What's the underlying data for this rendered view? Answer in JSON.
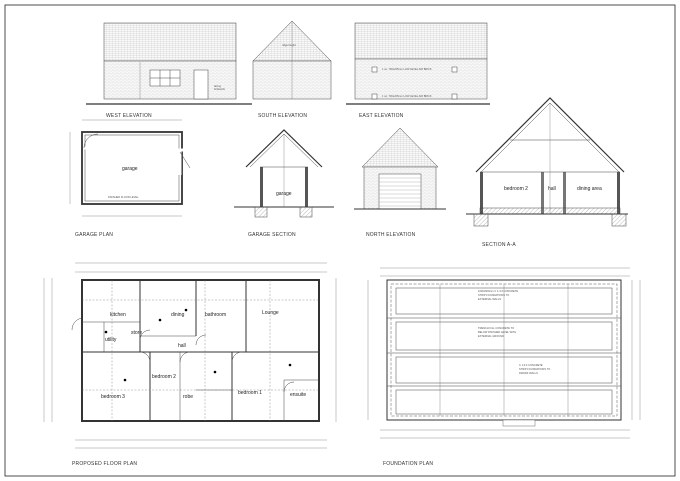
{
  "drawings": {
    "west_elevation": {
      "title": "WEST ELEVATION"
    },
    "south_elevation": {
      "title": "SOUTH ELEVATION"
    },
    "east_elevation": {
      "title": "EAST ELEVATION"
    },
    "garage_plan": {
      "title": "GARAGE PLAN",
      "room": "garage"
    },
    "garage_section": {
      "title": "GARAGE SECTION",
      "room": "garage"
    },
    "north_elevation": {
      "title": "NORTH ELEVATION"
    },
    "section_aa": {
      "title": "SECTION A-A",
      "rooms": [
        "bedroom 2",
        "hall",
        "dining area"
      ]
    },
    "floor_plan": {
      "title": "PROPOSED FLOOR PLAN",
      "rooms": [
        "kitchen",
        "dining",
        "bathroom",
        "Lounge",
        "utility",
        "store",
        "hall",
        "bedroom 2",
        "bedroom 3",
        "bedroom 1",
        "ensuite",
        "robe"
      ]
    },
    "foundation_plan": {
      "title": "FOUNDATION PLAN"
    }
  }
}
